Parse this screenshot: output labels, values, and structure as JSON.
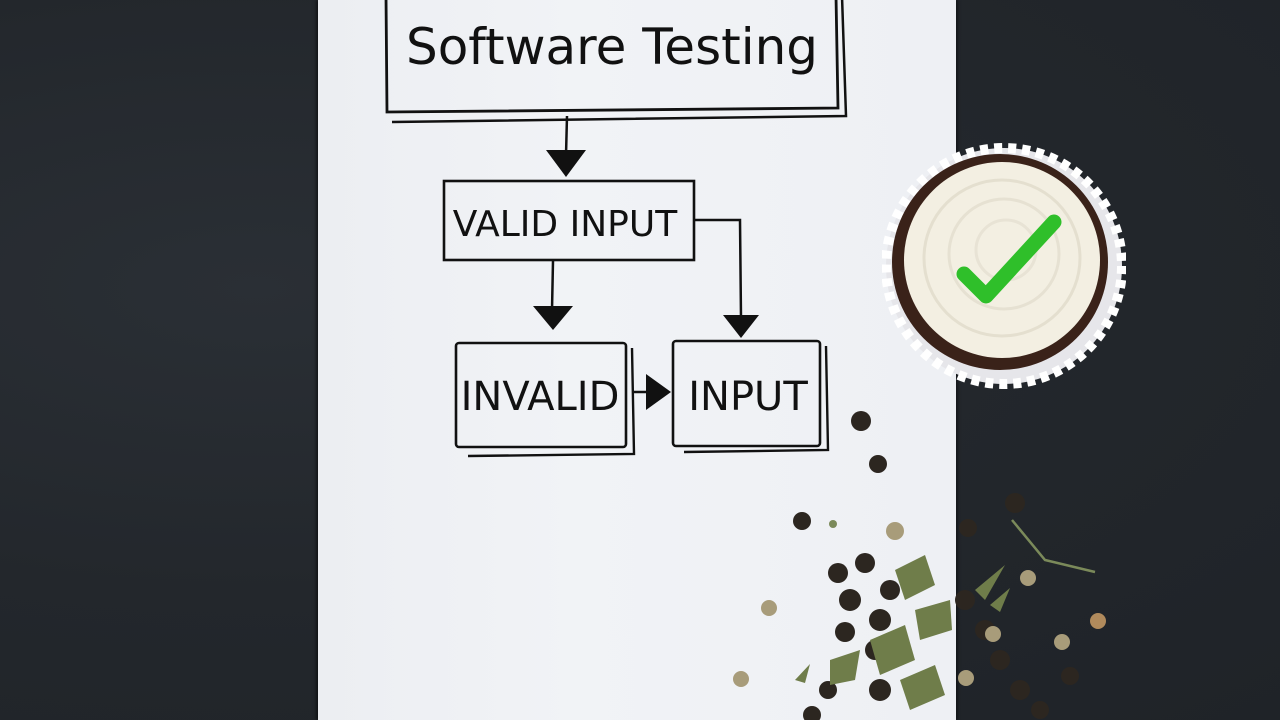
{
  "scene": {
    "description": "Photograph of a hand-drawn flowchart on white paper over a dark slate surface, with a frosted cupcake topped by a green checkmark and scattered peppercorns and herbs",
    "colors": {
      "background": "#22262b",
      "paper": "#eef0f4",
      "ink": "#111111",
      "frosting": "#f6f3e8",
      "cake": "#3a2219",
      "liner": "#e8e8ea",
      "checkmark": "#2fbf2a"
    }
  },
  "flowchart": {
    "title": "Software Testing",
    "nodes": [
      {
        "id": "valid",
        "label": "VALID INPUT"
      },
      {
        "id": "invalid",
        "label": "INVALID"
      },
      {
        "id": "input",
        "label": "INPUT"
      }
    ],
    "edges": [
      {
        "from": "title",
        "to": "valid"
      },
      {
        "from": "valid",
        "to": "invalid"
      },
      {
        "from": "valid",
        "to": "input"
      },
      {
        "from": "invalid",
        "to": "input"
      }
    ]
  },
  "cupcake": {
    "topping": "checkmark-icon"
  }
}
